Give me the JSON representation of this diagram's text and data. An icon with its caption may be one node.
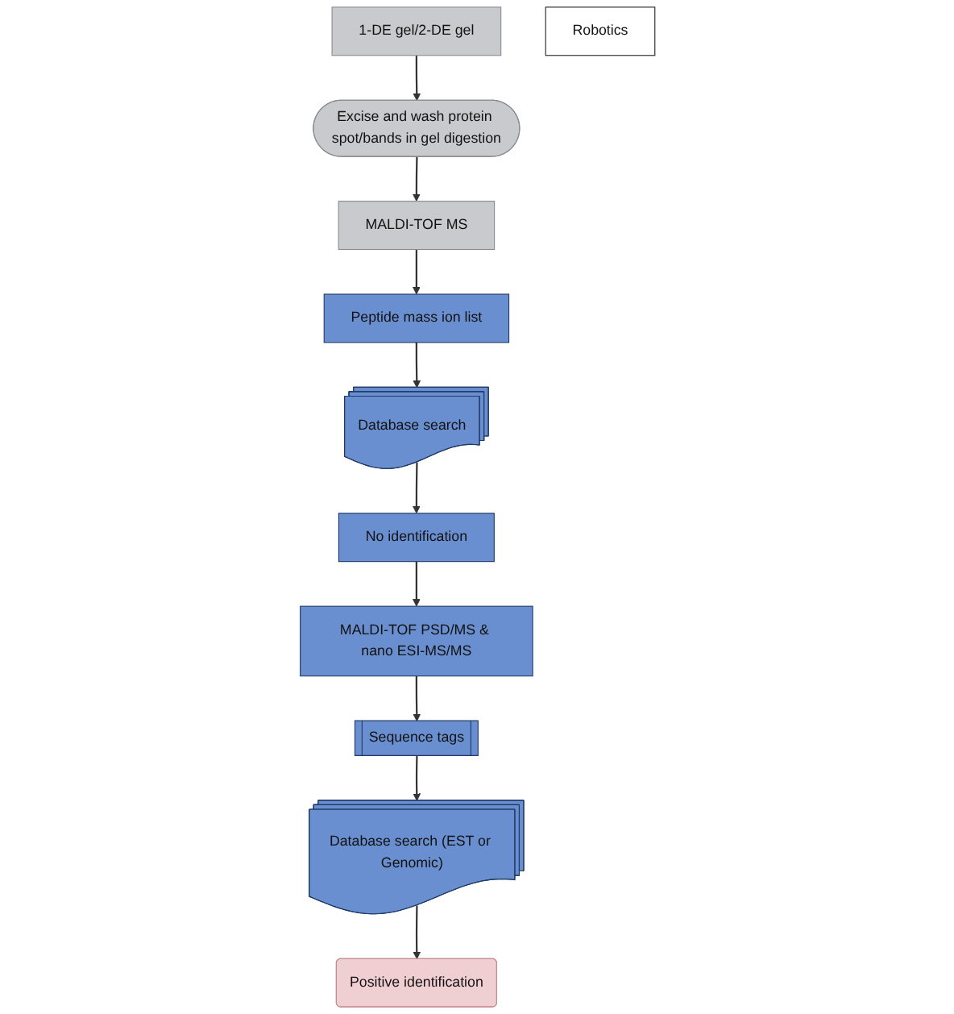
{
  "diagram": {
    "nodes": [
      {
        "text": [
          "1-DE gel/2-DE gel"
        ]
      },
      {
        "text": [
          "Excise and wash protein spot/bands in gel digestion"
        ]
      },
      {
        "text": [
          "MALDI-TOF MS"
        ]
      },
      {
        "text": [
          "Robotics"
        ]
      },
      {
        "text": [
          "Peptide mass ion list"
        ]
      },
      {
        "text": [
          "Positive identification"
        ]
      },
      {
        "text": [
          "Database search"
        ]
      },
      {
        "text": [
          "Database search (EST or Genomic)"
        ]
      },
      {
        "text": [
          "No identification"
        ]
      },
      {
        "text": [
          "Sequence tags"
        ]
      },
      {
        "text": [
          "MALDI-TOF PSD/MS & nano ESI-MS/MS"
        ]
      }
    ],
    "edges": [
      {
        "from": 0,
        "to": 1,
        "arrow": "to"
      },
      {
        "from": 1,
        "to": 2,
        "arrow": "to"
      },
      {
        "from": 2,
        "to": 4,
        "arrow": "to"
      },
      {
        "from": 4,
        "to": 6,
        "arrow": "to"
      },
      {
        "from": 6,
        "to": 8,
        "arrow": "to"
      },
      {
        "from": 8,
        "to": 10,
        "arrow": "to"
      },
      {
        "from": 10,
        "to": 9,
        "arrow": "to"
      },
      {
        "from": 9,
        "to": 7,
        "arrow": "to"
      },
      {
        "from": 7,
        "to": 5,
        "arrow": "to"
      }
    ]
  }
}
